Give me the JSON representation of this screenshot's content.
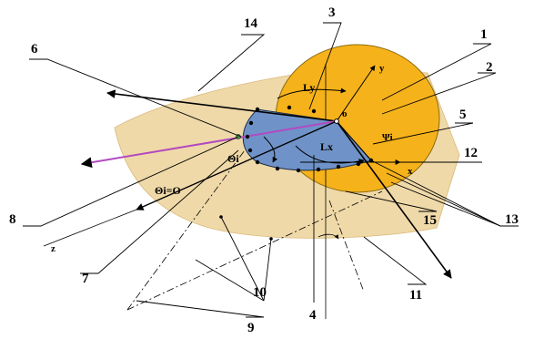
{
  "labels": {
    "n1": "1",
    "n2": "2",
    "n3": "3",
    "n4": "4",
    "n5": "5",
    "n6": "6",
    "n7": "7",
    "n8": "8",
    "n9": "9",
    "n10": "10",
    "n11": "11",
    "n12": "12",
    "n13": "13",
    "n14": "14",
    "n15": "15"
  },
  "symbols": {
    "ly": "Ly",
    "lx": "Lx",
    "o": "o",
    "theta_i": "Θi",
    "theta_zero": "Θi=O",
    "psi": "Ψi",
    "axis_x": "x",
    "axis_y": "y",
    "axis_z": "z"
  },
  "colors": {
    "plane": "#efd9a8",
    "disk": "#f6b21a",
    "sector": "#6f93c8",
    "ray": "#b24ac0",
    "line": "#000000"
  }
}
